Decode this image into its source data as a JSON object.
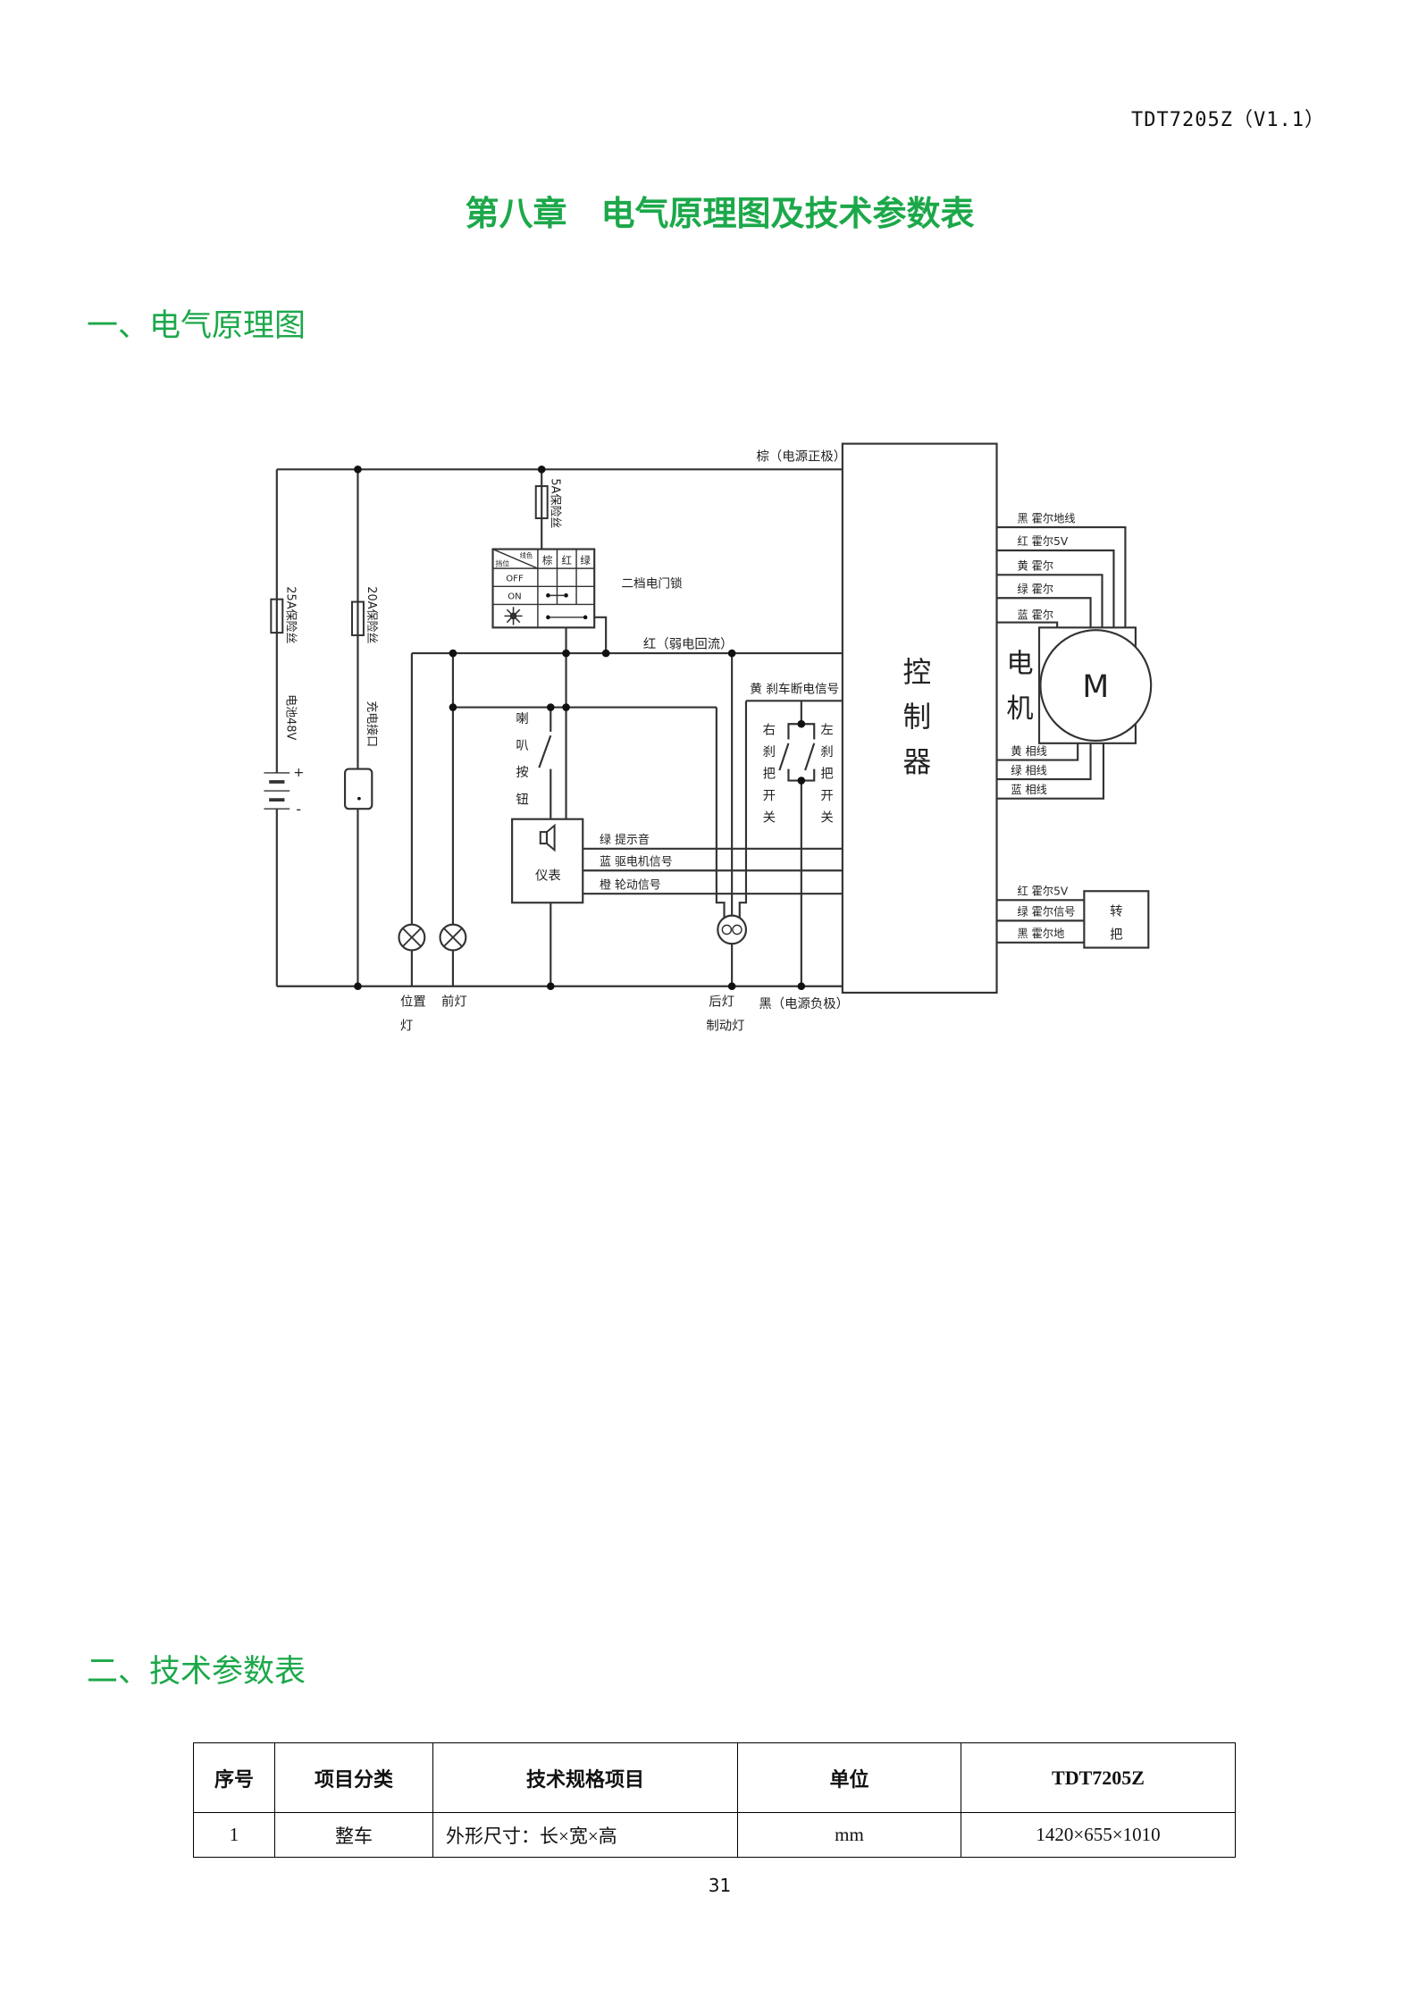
{
  "header": {
    "doc_version": "TDT7205Z（V1.1）"
  },
  "chapter_title": "第八章　电气原理图及技术参数表",
  "section1": {
    "title": "一、电气原理图"
  },
  "section2": {
    "title": "二、技术参数表"
  },
  "diagram": {
    "power_positive": "棕（电源正极）",
    "power_negative": "黑（电源负极）",
    "weak_return": "红（弱电回流）",
    "brake_signal": "黄 刹车断电信号",
    "fuse_5a": "5A保险丝",
    "fuse_25a": "25A保险丝",
    "fuse_20a": "20A保险丝",
    "battery": "电池48V",
    "battery_plus": "+",
    "battery_minus": "-",
    "charge_port": "充电接口",
    "key_switch": {
      "label": "二档电门锁",
      "corner": [
        "挡位",
        "线色"
      ],
      "columns": [
        "棕",
        "红",
        "绿"
      ],
      "rows": [
        "OFF",
        "ON"
      ],
      "key_icon": "key-icon"
    },
    "horn_button": "喇叭按钮",
    "right_brake_switch": "右刹把开关",
    "left_brake_switch": "左刹把开关",
    "controller": "控制器",
    "motor": {
      "label": "电机",
      "symbol": "M",
      "hall_wires": [
        "黑 霍尔地线",
        "红 霍尔5V",
        "黄 霍尔",
        "绿 霍尔",
        "蓝 霍尔"
      ],
      "phase_wires": [
        "黄 相线",
        "绿 相线",
        "蓝 相线"
      ]
    },
    "instrument": {
      "label": "仪表",
      "icon": "speaker-icon",
      "wires": [
        "绿 提示音",
        "蓝 驱电机信号",
        "橙 轮动信号"
      ]
    },
    "throttle": {
      "label": "转把",
      "wires": [
        "红 霍尔5V",
        "绿 霍尔信号",
        "黑 霍尔地"
      ]
    },
    "lamps": {
      "position": [
        "位置",
        "灯"
      ],
      "head": "前灯",
      "rear": [
        "后灯",
        "制动灯"
      ]
    }
  },
  "table": {
    "headers": [
      "序号",
      "项目分类",
      "技术规格项目",
      "单位",
      "TDT7205Z"
    ],
    "rows": [
      [
        "1",
        "整车",
        "外形尺寸：长×宽×高",
        "mm",
        "1420×655×1010"
      ]
    ]
  },
  "page_number": "31",
  "colors": {
    "heading": "#1ca84a",
    "line": "#333333"
  }
}
